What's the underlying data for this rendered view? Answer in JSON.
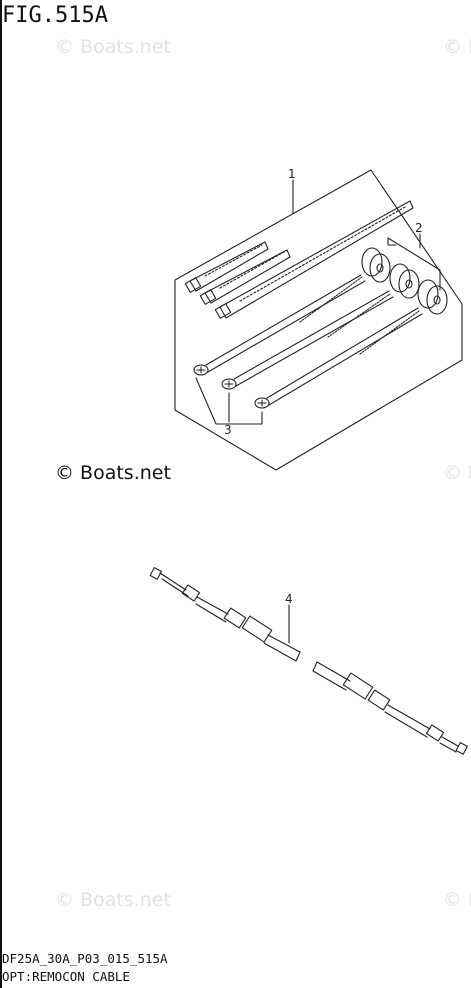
{
  "figure": {
    "title": "FIG.515A",
    "code": "DF25A_30A_P03_015_515A",
    "name": "OPT:REMOCON CABLE"
  },
  "watermark": {
    "text": "© Boats.net",
    "clipped_text": "© B"
  },
  "callouts": [
    "1",
    "2",
    "3",
    "4"
  ],
  "colors": {
    "line": "#222222",
    "watermark_faint": "#e2e2e2"
  }
}
